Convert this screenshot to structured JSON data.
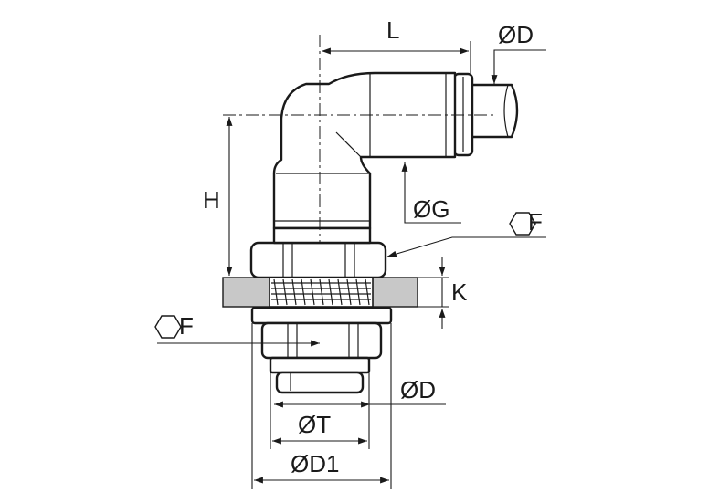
{
  "labels": {
    "L": "L",
    "D_top": "ØD",
    "H": "H",
    "G": "ØG",
    "F_top": "F",
    "K": "K",
    "F_left": "F",
    "D_bottom": "ØD",
    "T": "ØT",
    "D1": "ØD1"
  },
  "colors": {
    "line": "#1a1a1a",
    "panel": "#c8c8c8",
    "background": "#ffffff"
  },
  "icons": {
    "hex": "hexagon-icon"
  }
}
